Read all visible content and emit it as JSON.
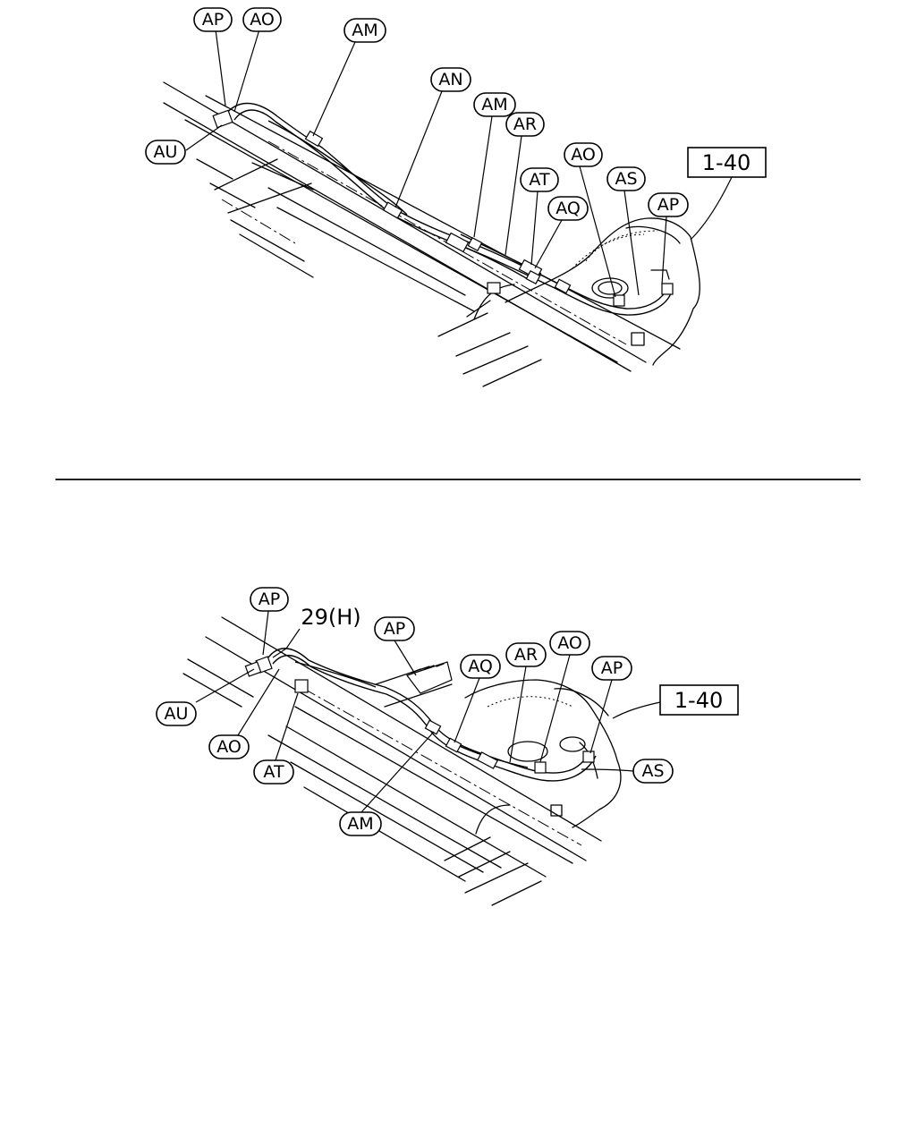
{
  "views": [
    {
      "name": "upper",
      "reference": "1-40",
      "callouts": [
        "AP",
        "AO",
        "AM",
        "AN",
        "AM",
        "AR",
        "AU",
        "AO",
        "AT",
        "AS",
        "AQ",
        "AP"
      ]
    },
    {
      "name": "lower",
      "reference": "1-40",
      "note": "29(H)",
      "callouts": [
        "AP",
        "AP",
        "AQ",
        "AR",
        "AO",
        "AP",
        "AU",
        "AO",
        "AT",
        "AM",
        "AS"
      ]
    }
  ]
}
